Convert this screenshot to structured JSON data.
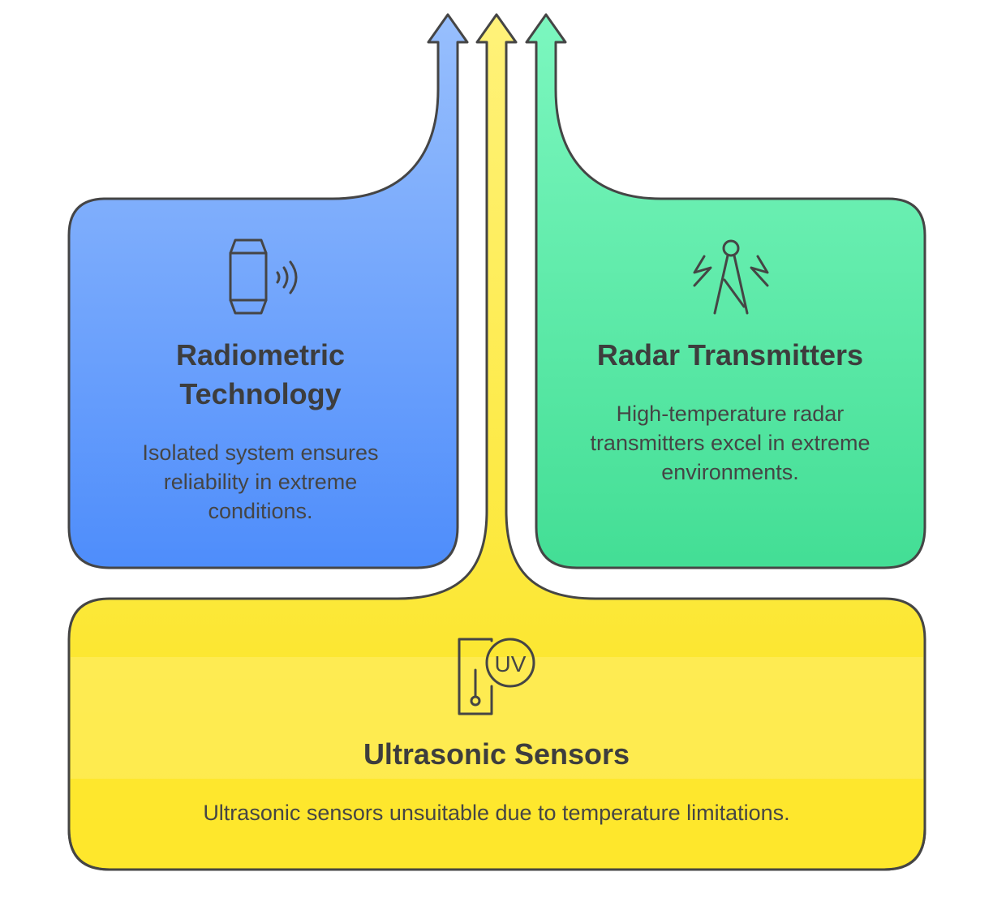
{
  "sections": {
    "left": {
      "title": "Radiometric Technology",
      "description": "Isolated system ensures reliability in extreme conditions.",
      "icon": "smartwatch-signal-icon",
      "color": "#5b97fb"
    },
    "right": {
      "title": "Radar Transmitters",
      "description": "High-temperature radar transmitters excel in extreme environments.",
      "icon": "radio-tower-icon",
      "color": "#4ee09a"
    },
    "bottom": {
      "title": "Ultrasonic Sensors",
      "description": "Ultrasonic sensors unsuitable due to temperature limitations.",
      "icon": "uv-sensor-icon",
      "icon_text": "UV",
      "color": "#fde41b"
    }
  }
}
